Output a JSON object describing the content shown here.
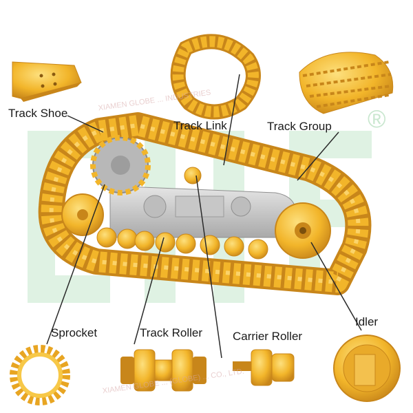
{
  "labels": {
    "track_shoe": "Track Shoe",
    "track_link": "Track Link",
    "track_group": "Track Group",
    "sprocket": "Sprocket",
    "track_roller": "Track Roller",
    "carrier_roller": "Carrier Roller",
    "idler": "Idler"
  },
  "watermark": {
    "text_top": "XIAMEN GLOBE ... INDUSTRIES",
    "text_bottom": "XIAMEN GLOBE ... (GLOBE) ... CO., LTD.",
    "registered_mark": "®"
  },
  "colors": {
    "part_yellow": "#f2b52a",
    "part_dark": "#c8861a",
    "part_light": "#fbd36a",
    "frame_gray": "#d2d2d2",
    "watermark_green": "#dff2e3",
    "leader_line": "#2a2a2a"
  }
}
